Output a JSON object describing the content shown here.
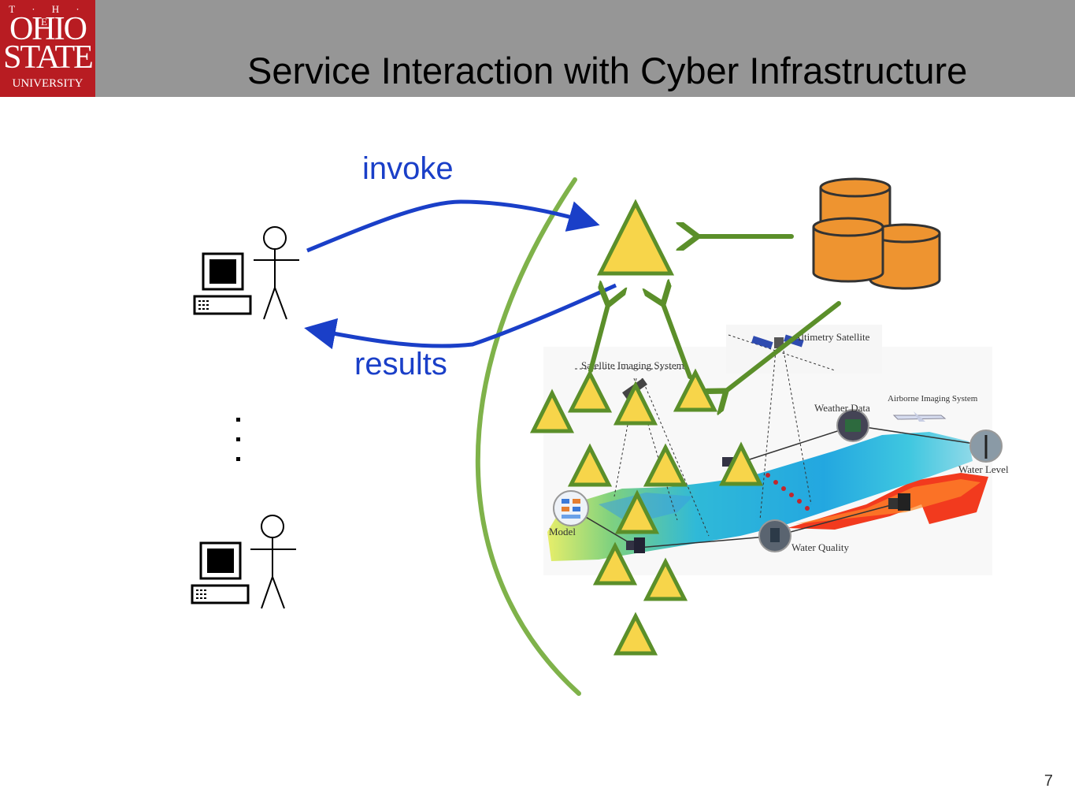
{
  "slide": {
    "title": "Service Interaction with Cyber Infrastructure",
    "page_number": "7"
  },
  "logo": {
    "line1": "T · H · E",
    "line2": "OHIO",
    "line3": "STATE",
    "line4": "UNIVERSITY"
  },
  "arrows": {
    "invoke_label": "invoke",
    "results_label": "results"
  },
  "map": {
    "labels": {
      "altimetry": "Altimetry Satellite",
      "imaging": "Satellite Imaging System",
      "weather": "Weather Data",
      "airborne": "Airborne Imaging System",
      "water_level": "Water Level",
      "model": "Model",
      "water_quality": "Water Quality"
    }
  },
  "colors": {
    "header": "#969696",
    "logo_red": "#b81c22",
    "arrow_blue": "#1a3fc8",
    "arrow_green": "#5b8f2a",
    "triangle_fill": "#f7d54a",
    "database_fill": "#ee9430"
  }
}
